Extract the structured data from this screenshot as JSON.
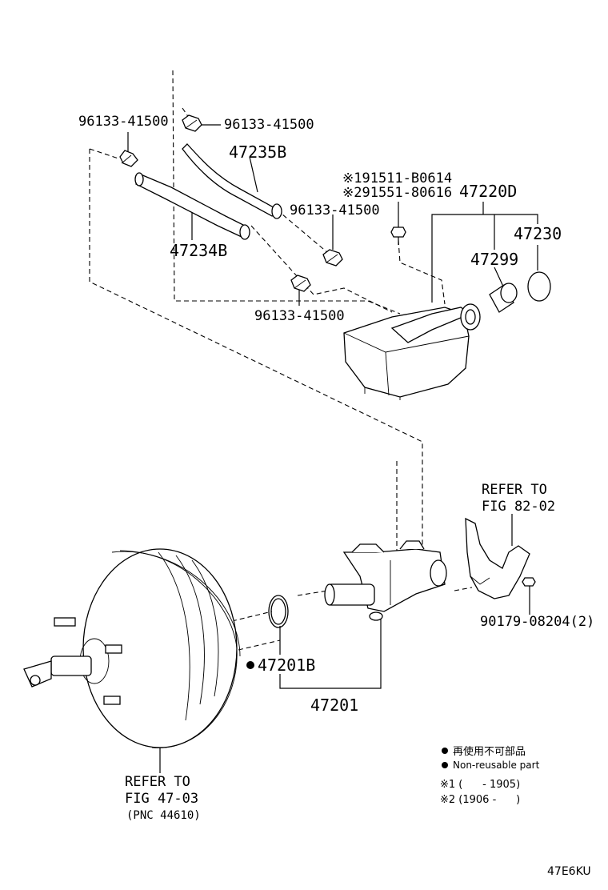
{
  "labels": {
    "clamp_top_left": "96133-41500",
    "clamp_top_right": "96133-41500",
    "clamp_mid": "96133-41500",
    "clamp_low": "96133-41500",
    "hose_upper": "47235B",
    "hose_lower": "47234B",
    "bolt_ref1": "※191511-B0614",
    "bolt_ref2": "※291551-80616",
    "reservoir_assy": "47220D",
    "cap": "47230",
    "strainer": "47299",
    "refer_bracket_line1": "REFER TO",
    "refer_bracket_line2": "FIG 82-02",
    "bracket_bolt": "90179-08204(2)",
    "oring": "47201B",
    "master_cylinder": "47201",
    "refer_booster_line1": "REFER TO",
    "refer_booster_line2": "FIG 47-03",
    "refer_booster_line3": "(PNC 44610)",
    "diagram_code": "47E6KU"
  },
  "legend": {
    "non_reusable_jp": "再使用不可部品",
    "non_reusable_en": "Non-reusable part",
    "note1": "※1 (      - 1905)",
    "note2": "※2 (1906 -      )"
  }
}
